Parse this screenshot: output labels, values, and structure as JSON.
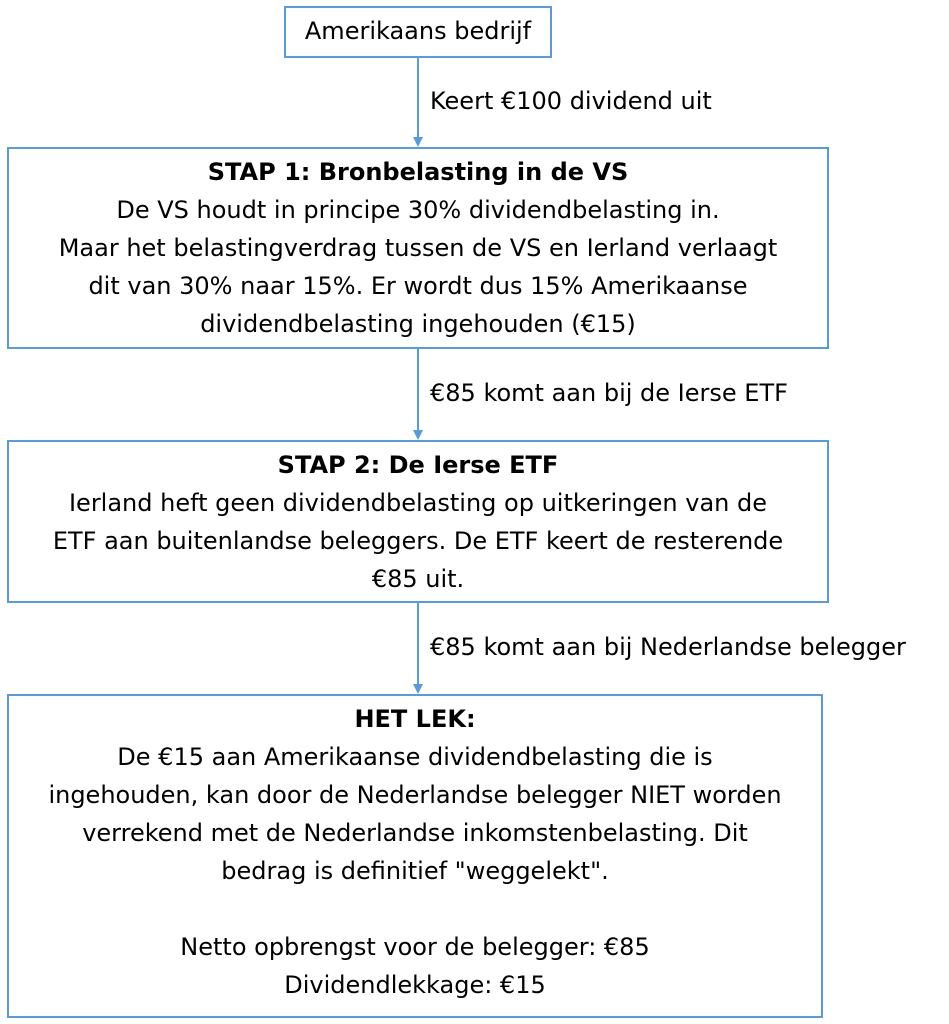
{
  "nodes": {
    "company": {
      "label": "Amerikaans bedrijf"
    },
    "step1": {
      "title": "STAP 1: Bronbelasting in de VS",
      "lines": [
        "De VS houdt in principe 30% dividendbelasting in.",
        "Maar het belastingverdrag tussen de VS en Ierland verlaagt",
        "dit van 30% naar 15%. Er wordt dus 15% Amerikaanse",
        "dividendbelasting ingehouden (€15)"
      ]
    },
    "step2": {
      "title": "STAP 2: De Ierse ETF",
      "lines": [
        "Ierland heft geen dividendbelasting op uitkeringen van de",
        "ETF aan buitenlandse beleggers. De ETF keert de resterende",
        "€85 uit."
      ]
    },
    "leak": {
      "title": "HET LEK:",
      "lines": [
        "De €15 aan Amerikaanse dividendbelasting die is",
        "ingehouden, kan door de Nederlandse belegger NIET worden",
        "verrekend met de Nederlandse inkomstenbelasting. Dit",
        "bedrag is definitief \"weggelekt\"."
      ],
      "summary": [
        "Netto opbrengst voor de belegger: €85",
        "Dividendlekkage: €15"
      ]
    }
  },
  "edges": [
    {
      "from": "company",
      "to": "step1",
      "label": "Keert €100 dividend uit"
    },
    {
      "from": "step1",
      "to": "step2",
      "label": "€85 komt aan bij de Ierse ETF"
    },
    {
      "from": "step2",
      "to": "leak",
      "label": "€85 komt aan bij Nederlandse belegger"
    }
  ],
  "colors": {
    "box_border": "#5b9bd5",
    "arrow": "#5b9bd5",
    "text": "#000000"
  }
}
